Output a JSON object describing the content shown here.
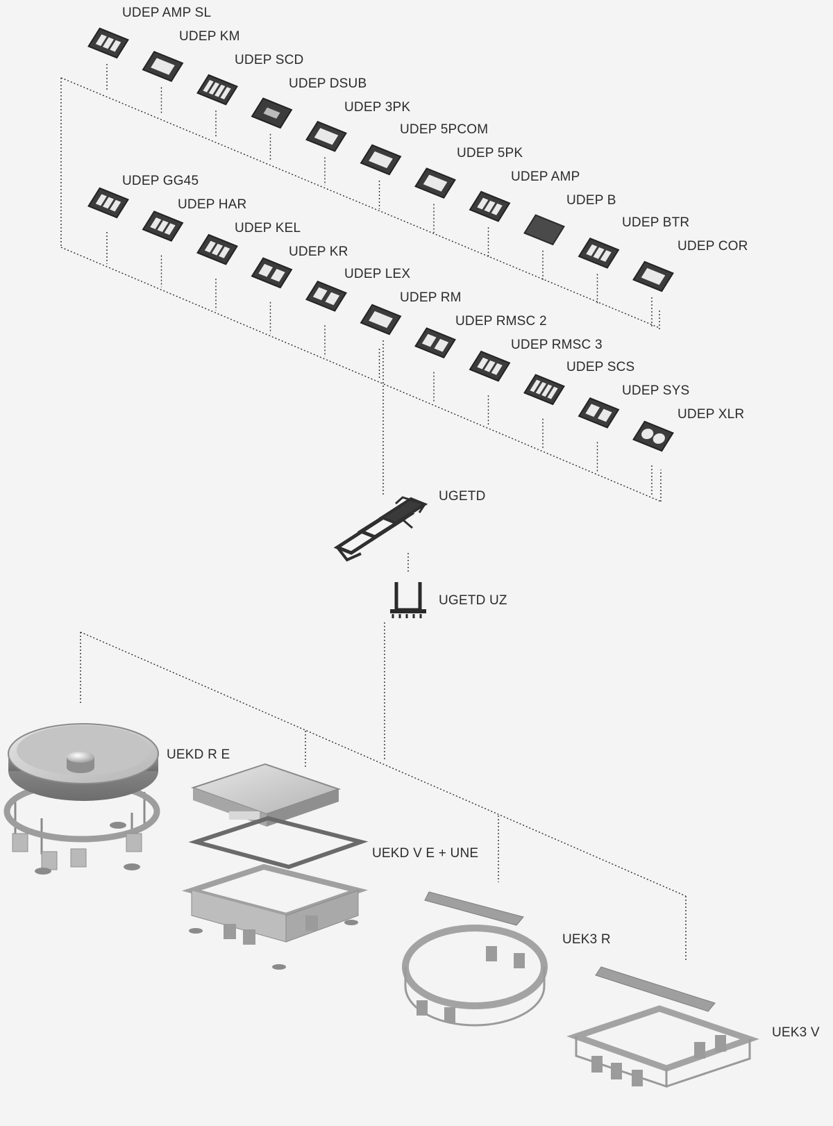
{
  "colors": {
    "background": "#f4f4f4",
    "ink": "#2b2b2b",
    "part_dark": "#3a3a3a",
    "metal": "#c9c9c9"
  },
  "insert_plates_row_1": [
    {
      "label": "UDEP AMP SL",
      "icon": "plate-3-slot-icon"
    },
    {
      "label": "UDEP KM",
      "icon": "plate-1-rect-icon"
    },
    {
      "label": "UDEP SCD",
      "icon": "plate-4-slot-icon"
    },
    {
      "label": "UDEP DSUB",
      "icon": "plate-dsub-icon"
    },
    {
      "label": "UDEP 3PK",
      "icon": "plate-1-rect-icon"
    },
    {
      "label": "UDEP 5PCOM",
      "icon": "plate-1-rect-icon"
    },
    {
      "label": "UDEP 5PK",
      "icon": "plate-1-rect-icon"
    },
    {
      "label": "UDEP AMP",
      "icon": "plate-3-slot-icon"
    },
    {
      "label": "UDEP B",
      "icon": "plate-blank-icon"
    },
    {
      "label": "UDEP BTR",
      "icon": "plate-3-slot-icon"
    },
    {
      "label": "UDEP COR",
      "icon": "plate-frame-icon"
    }
  ],
  "insert_plates_row_2": [
    {
      "label": "UDEP GG45",
      "icon": "plate-3-slot-icon"
    },
    {
      "label": "UDEP HAR",
      "icon": "plate-3-slot-icon"
    },
    {
      "label": "UDEP KEL",
      "icon": "plate-3-slot-icon"
    },
    {
      "label": "UDEP KR",
      "icon": "plate-2-slot-icon"
    },
    {
      "label": "UDEP LEX",
      "icon": "plate-2-slot-icon"
    },
    {
      "label": "UDEP RM",
      "icon": "plate-1-rect-icon"
    },
    {
      "label": "UDEP RMSC 2",
      "icon": "plate-2-slot-icon"
    },
    {
      "label": "UDEP RMSC 3",
      "icon": "plate-3-slot-icon"
    },
    {
      "label": "UDEP SCS",
      "icon": "plate-4-slot-icon"
    },
    {
      "label": "UDEP SYS",
      "icon": "plate-2-slot-icon"
    },
    {
      "label": "UDEP XLR",
      "icon": "plate-2-round-icon"
    }
  ],
  "carrier": {
    "label": "UGETD",
    "icon": "carrier-frame-icon"
  },
  "carrier_bracket": {
    "label": "UGETD UZ",
    "icon": "u-bracket-icon"
  },
  "floor_boxes": [
    {
      "label": "UEKD R E",
      "icon": "round-floor-box-icon"
    },
    {
      "label": "UEKD V E + UNE",
      "icon": "square-floor-box-icon"
    },
    {
      "label": "UEK3 R",
      "icon": "round-hinged-box-icon"
    },
    {
      "label": "UEK3 V",
      "icon": "square-hinged-box-icon"
    }
  ]
}
